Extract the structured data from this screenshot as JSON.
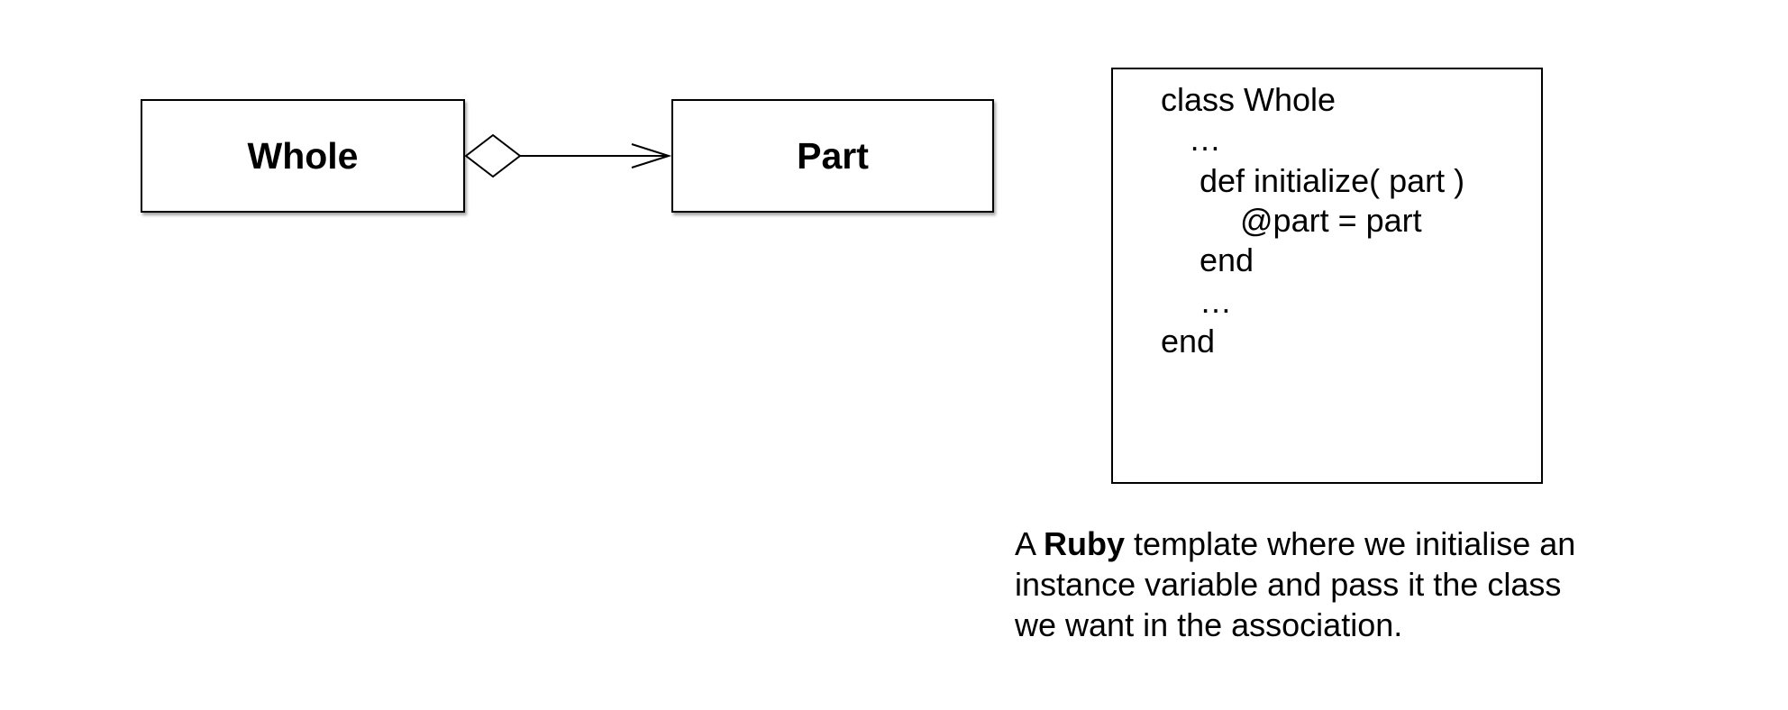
{
  "diagram": {
    "whole_label": "Whole",
    "part_label": "Part",
    "relationship": "aggregation"
  },
  "code": {
    "lines": [
      "class Whole",
      "…",
      "def initialize( part )",
      "@part = part",
      "end",
      "…",
      "end"
    ]
  },
  "caption": {
    "prefix": "A ",
    "emphasis": "Ruby",
    "line1_rest": " template where we initialise an",
    "line2": "instance variable and pass it the class",
    "line3": "we want in the association."
  }
}
